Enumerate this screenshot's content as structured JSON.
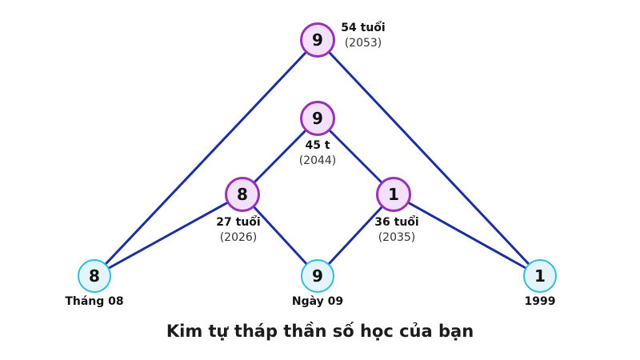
{
  "title": "Kim tự tháp thần số học của bạn",
  "colors": {
    "line": "#1a2fa0",
    "peak_fill": "#f3e1fb",
    "peak_border": "#9b30b8",
    "base_fill": "#e3f4fa",
    "base_border": "#33bcdc"
  },
  "base": {
    "month": {
      "value": "8",
      "label": "Tháng 08"
    },
    "day": {
      "value": "9",
      "label": "Ngày 09"
    },
    "year": {
      "value": "1",
      "label": "1999"
    }
  },
  "peaks": {
    "first": {
      "value": "8",
      "age": "27 tuổi",
      "year": "(2026)"
    },
    "second": {
      "value": "1",
      "age": "36 tuổi",
      "year": "(2035)"
    },
    "third": {
      "value": "9",
      "age": "45 t",
      "year": "(2044)"
    },
    "fourth": {
      "value": "9",
      "age": "54 tuổi",
      "year": "(2053)"
    }
  }
}
